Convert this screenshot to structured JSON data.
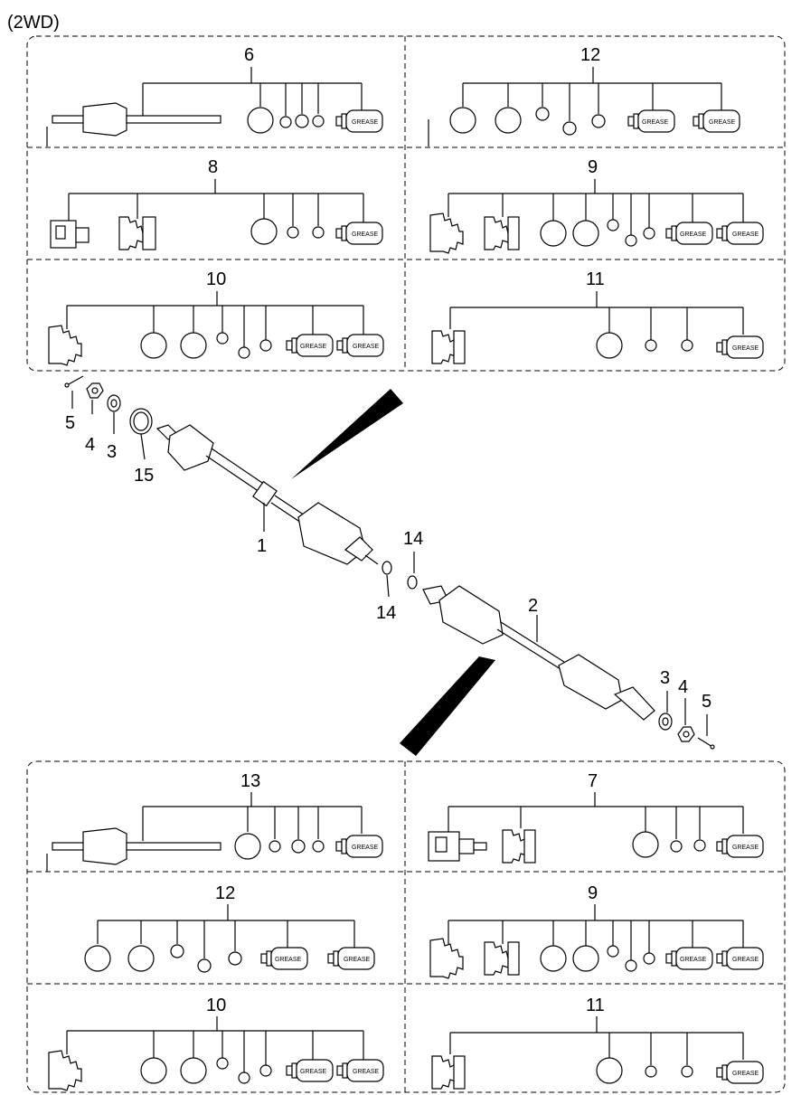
{
  "title": "(2WD)",
  "grease_label": "GREASE",
  "kits": {
    "top": {
      "r1c1": "6",
      "r1c2": "12",
      "r2c1": "8",
      "r2c2": "9",
      "r3c1": "10",
      "r3c2": "11"
    },
    "bottom": {
      "r1c1": "13",
      "r1c2": "7",
      "r2c1": "12",
      "r2c2": "9",
      "r3c1": "10",
      "r3c2": "11"
    }
  },
  "callouts": {
    "left_pin": "5",
    "left_nut": "4",
    "left_washer": "3",
    "ring": "15",
    "shaft_1": "1",
    "clip_upper": "14",
    "clip_lower": "14",
    "shaft_2": "2",
    "right_washer": "3",
    "right_nut": "4",
    "right_pin": "5"
  }
}
